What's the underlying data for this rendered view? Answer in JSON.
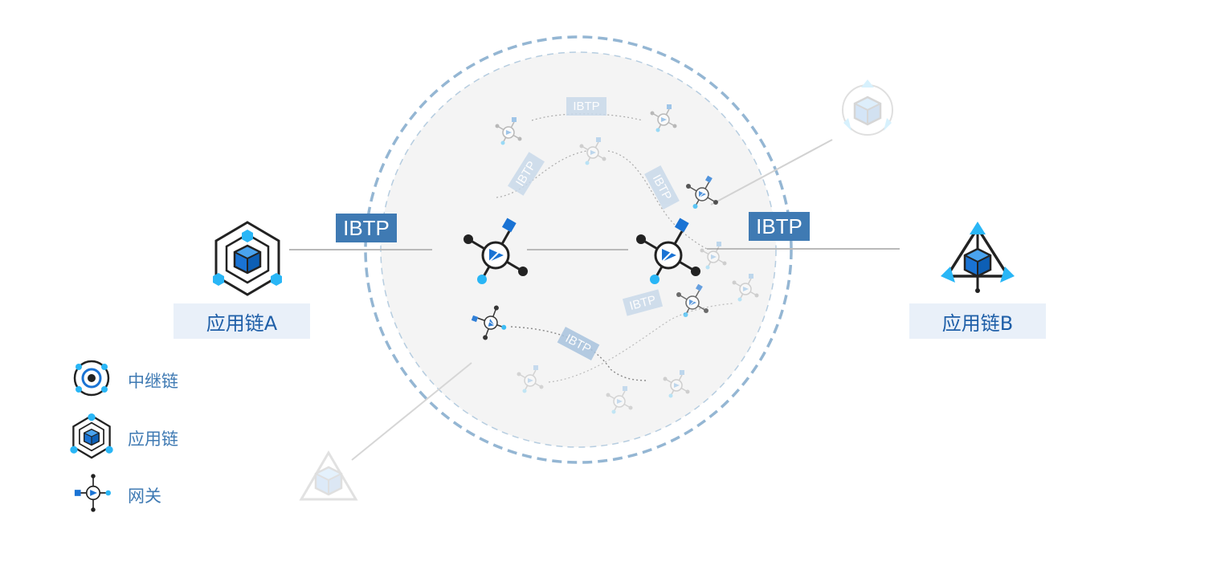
{
  "app_chain_a": {
    "label": "应用链A"
  },
  "app_chain_b": {
    "label": "应用链B"
  },
  "protocol": {
    "main_left": "IBTP",
    "main_right": "IBTP",
    "faint": [
      "IBTP",
      "IBTP",
      "IBTP",
      "IBTP",
      "IBTP"
    ]
  },
  "legend": {
    "items": [
      {
        "icon": "relay-chain-icon",
        "label": "中继链"
      },
      {
        "icon": "app-chain-icon",
        "label": "应用链"
      },
      {
        "icon": "gateway-icon",
        "label": "网关"
      }
    ]
  },
  "colors": {
    "primary": "#3f7ab3",
    "accent_blue": "#1a73d4",
    "cyan": "#29b6f6",
    "dark": "#222222",
    "circle_fill": "#f4f4f4",
    "dashed": "#94b6d3"
  }
}
